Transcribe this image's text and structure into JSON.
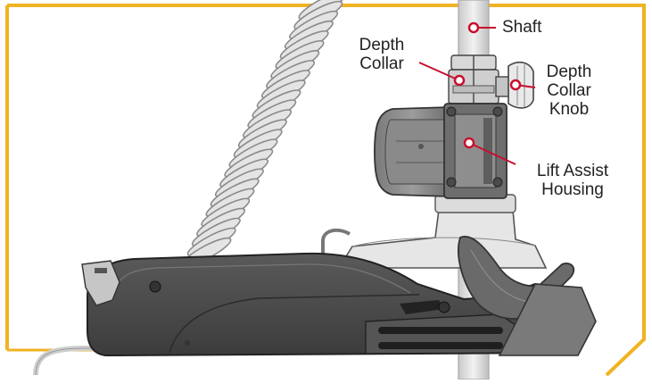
{
  "labels": {
    "shaft": "Shaft",
    "depth_collar": [
      "Depth",
      "Collar"
    ],
    "depth_collar_knob": [
      "Depth",
      "Collar",
      "Knob"
    ],
    "lift_assist_housing": [
      "Lift Assist",
      "Housing"
    ]
  },
  "colors": {
    "frame": "#f0b323",
    "callout": "#c8102e",
    "body_dark": "#4a4a4a",
    "body_mid": "#8c8c8c",
    "body_light": "#d6d6d6",
    "outline": "#333333"
  }
}
